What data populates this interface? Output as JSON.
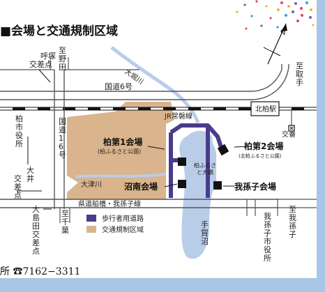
{
  "title": "■会場と交通規制区域",
  "compass": "N",
  "roads": {
    "route6": "国道6号",
    "route16": "国道16号",
    "jr_joban": "JR常磐線",
    "kensen": "県道船橋・我孫子線",
    "otsu_river": "大津川",
    "ohori_river": "大堀川"
  },
  "stations": {
    "kashiwa": "北柏駅"
  },
  "places": {
    "kobancho": "交番",
    "yobizuka": "呼塚交差点",
    "to_noda": "至野田",
    "to_toride": "至取手",
    "kashiwa_cityhall": "柏市役所",
    "oi_cross": "大井交差点",
    "oshimada_cross": "大島田交差点",
    "to_chiba": "至千葉",
    "to_abiko": "至我孫子",
    "abiko_cityhall": "我孫子市役所",
    "tega_lake": "手賀沼",
    "kashiwa_bridge": "柏ふるさと大橋"
  },
  "venues": {
    "kashiwa1": "柏第1会場",
    "kashiwa1_sub": "(柏ふるさと公園)",
    "kashiwa2": "柏第2会場",
    "kashiwa2_sub": "(北柏ふるさと公園)",
    "shonan": "沼南会場",
    "abiko": "我孫子会場"
  },
  "legend": {
    "pedestrian": "歩行者用道路",
    "restricted": "交通規制区域"
  },
  "contact": "所 ☎7162−3311",
  "colors": {
    "restricted": "#d9b48c",
    "pedestrian": "#4a3c8c",
    "lake": "#b9cde8",
    "frame": "#a8c6e6",
    "road": "#555555"
  }
}
